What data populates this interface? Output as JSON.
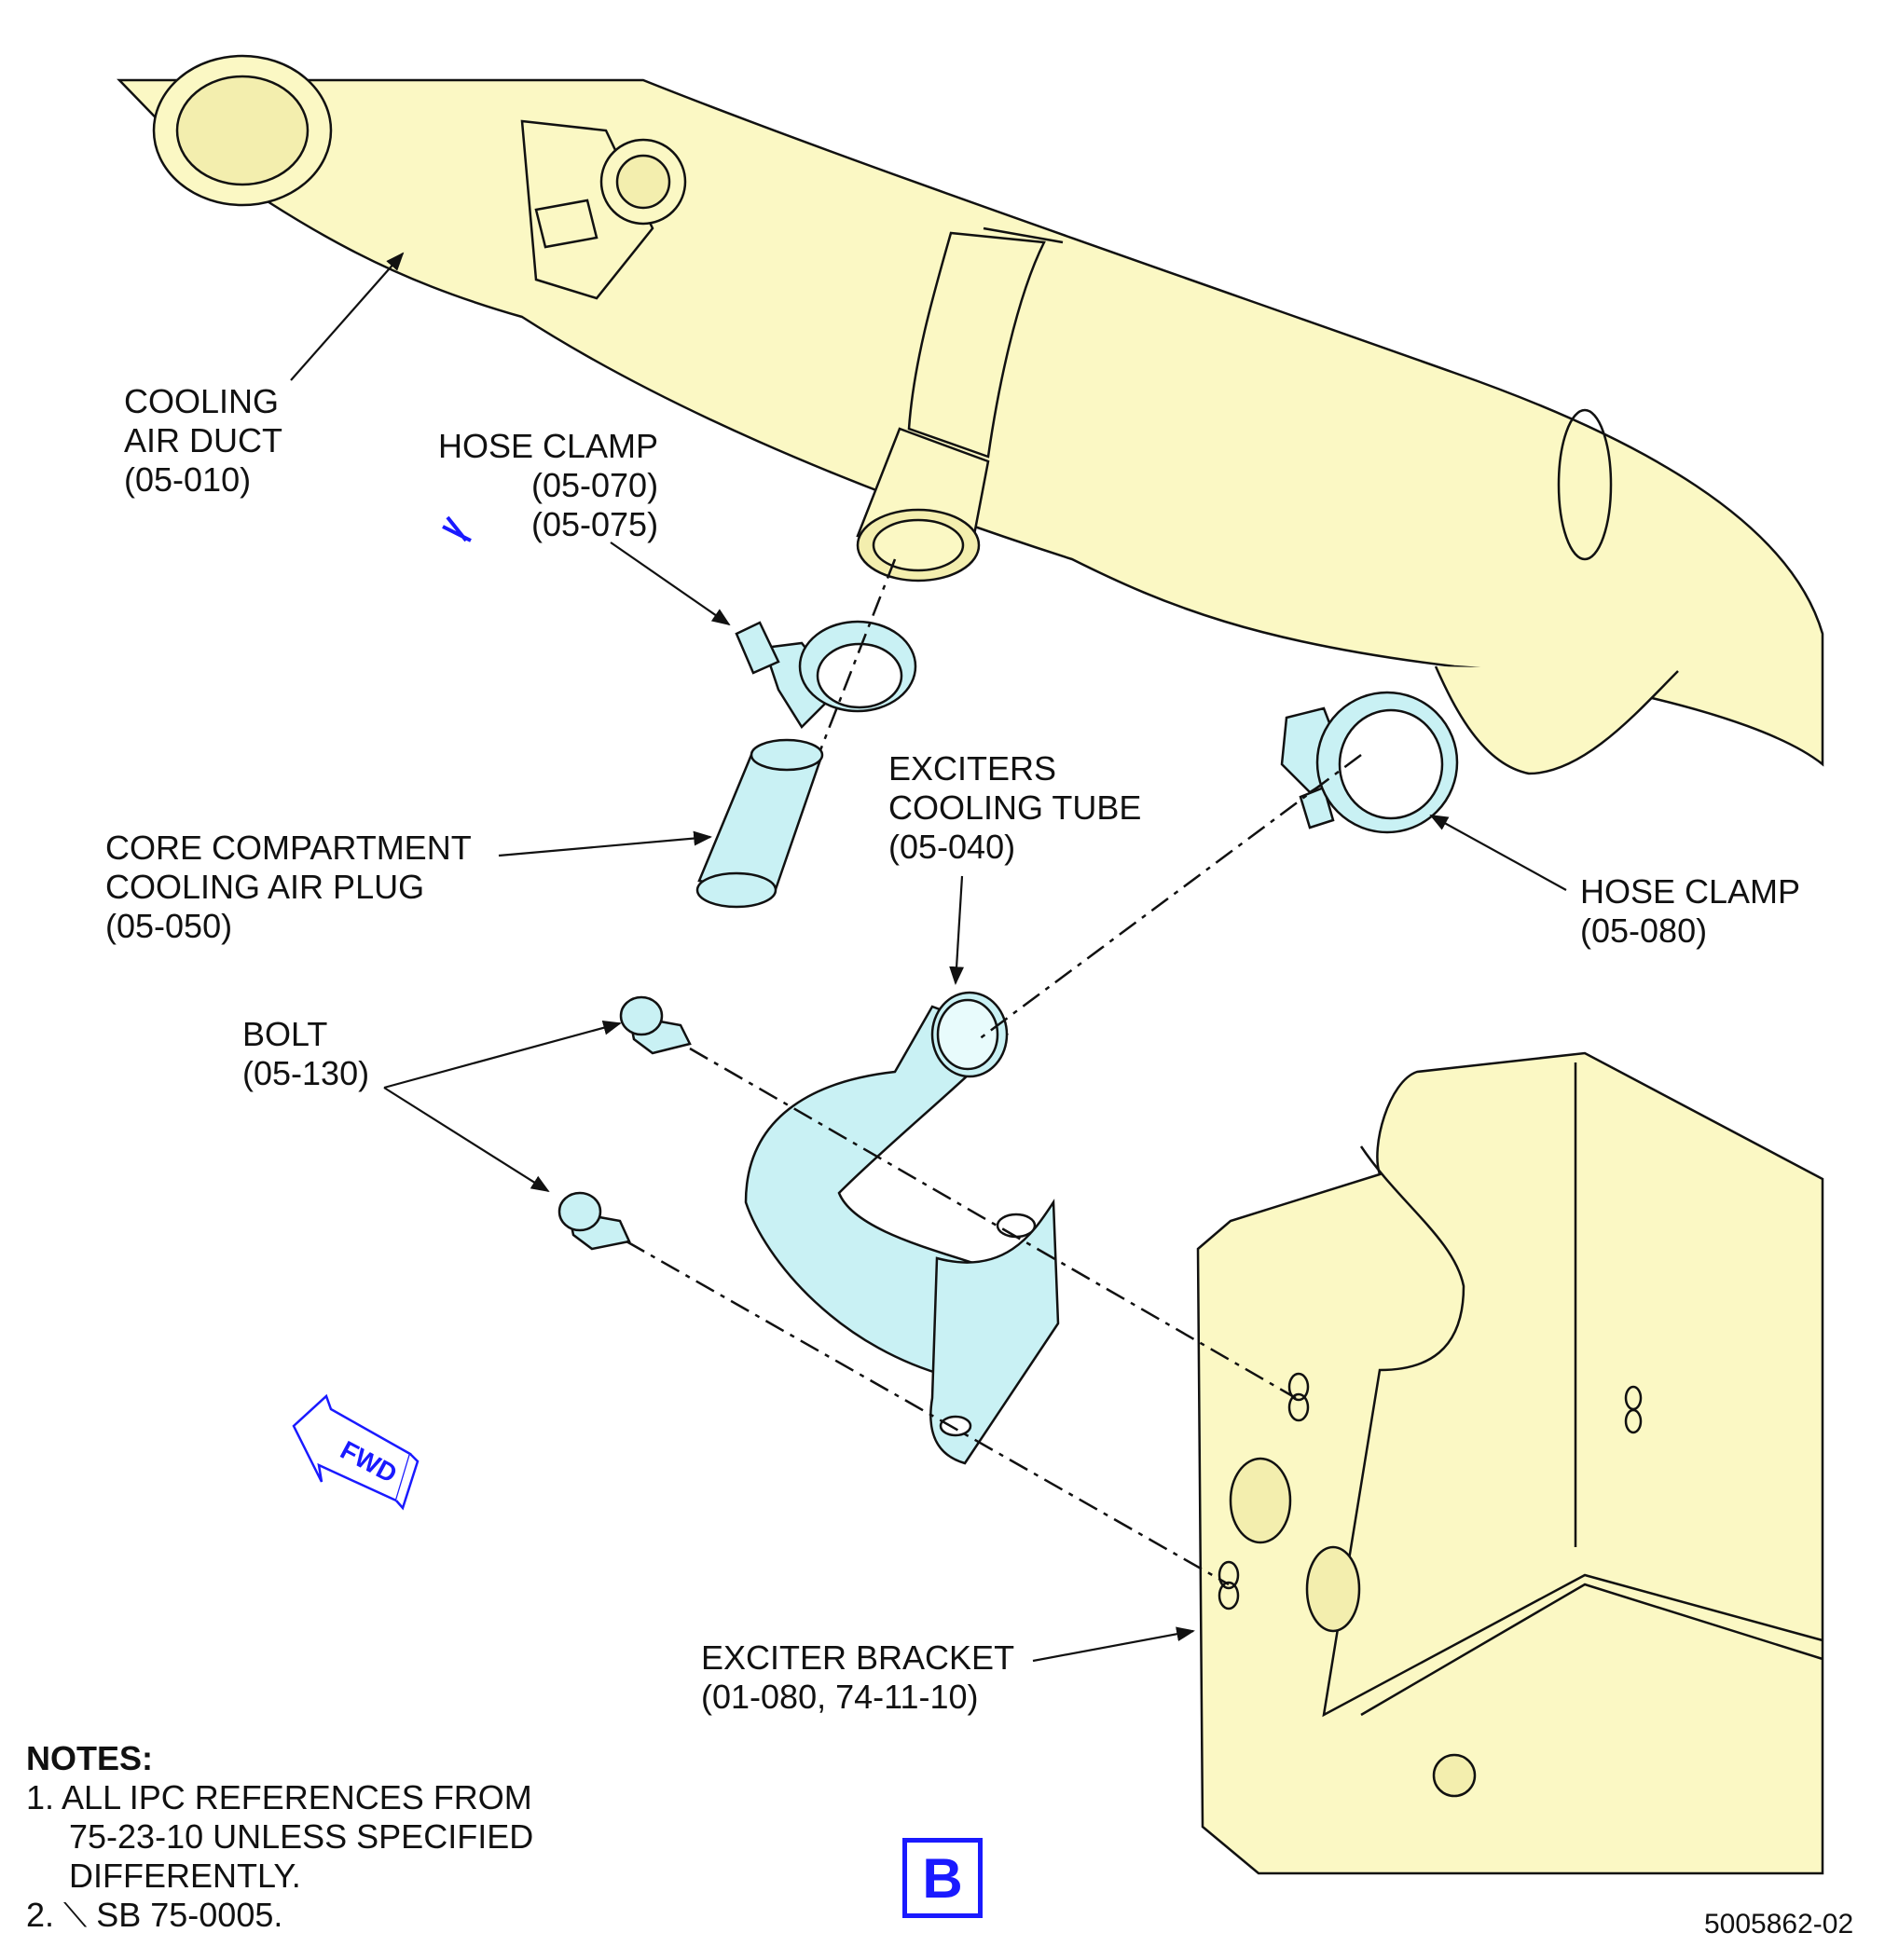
{
  "labels": {
    "cooling_air_duct": [
      "COOLING",
      "AIR DUCT",
      "(05-010)"
    ],
    "hose_clamp_upper": [
      "HOSE CLAMP",
      "(05-070)",
      "(05-075)"
    ],
    "plug": [
      "CORE COMPARTMENT",
      "COOLING AIR PLUG",
      "(05-050)"
    ],
    "exciters_tube": [
      "EXCITERS",
      "COOLING TUBE",
      "(05-040)"
    ],
    "hose_clamp_lower": [
      "HOSE CLAMP",
      "(05-080)"
    ],
    "bolt": [
      "BOLT",
      "(05-130)"
    ],
    "exciter_bracket": [
      "EXCITER BRACKET",
      "(01-080, 74-11-10)"
    ]
  },
  "fwd_label": "FWD",
  "notes": {
    "title": "NOTES:",
    "note1": [
      "1. ALL IPC REFERENCES FROM",
      "75-23-10 UNLESS SPECIFIED",
      "DIFFERENTLY."
    ],
    "note2": "2. ⟍ SB 75-0005."
  },
  "view_letter": "B",
  "drawing_number": "5005862-02",
  "colors": {
    "duct_fill": "#fbf8c4",
    "part_fill": "#c9f1f4",
    "outline": "#111111",
    "accent_blue": "#1a1aff"
  }
}
